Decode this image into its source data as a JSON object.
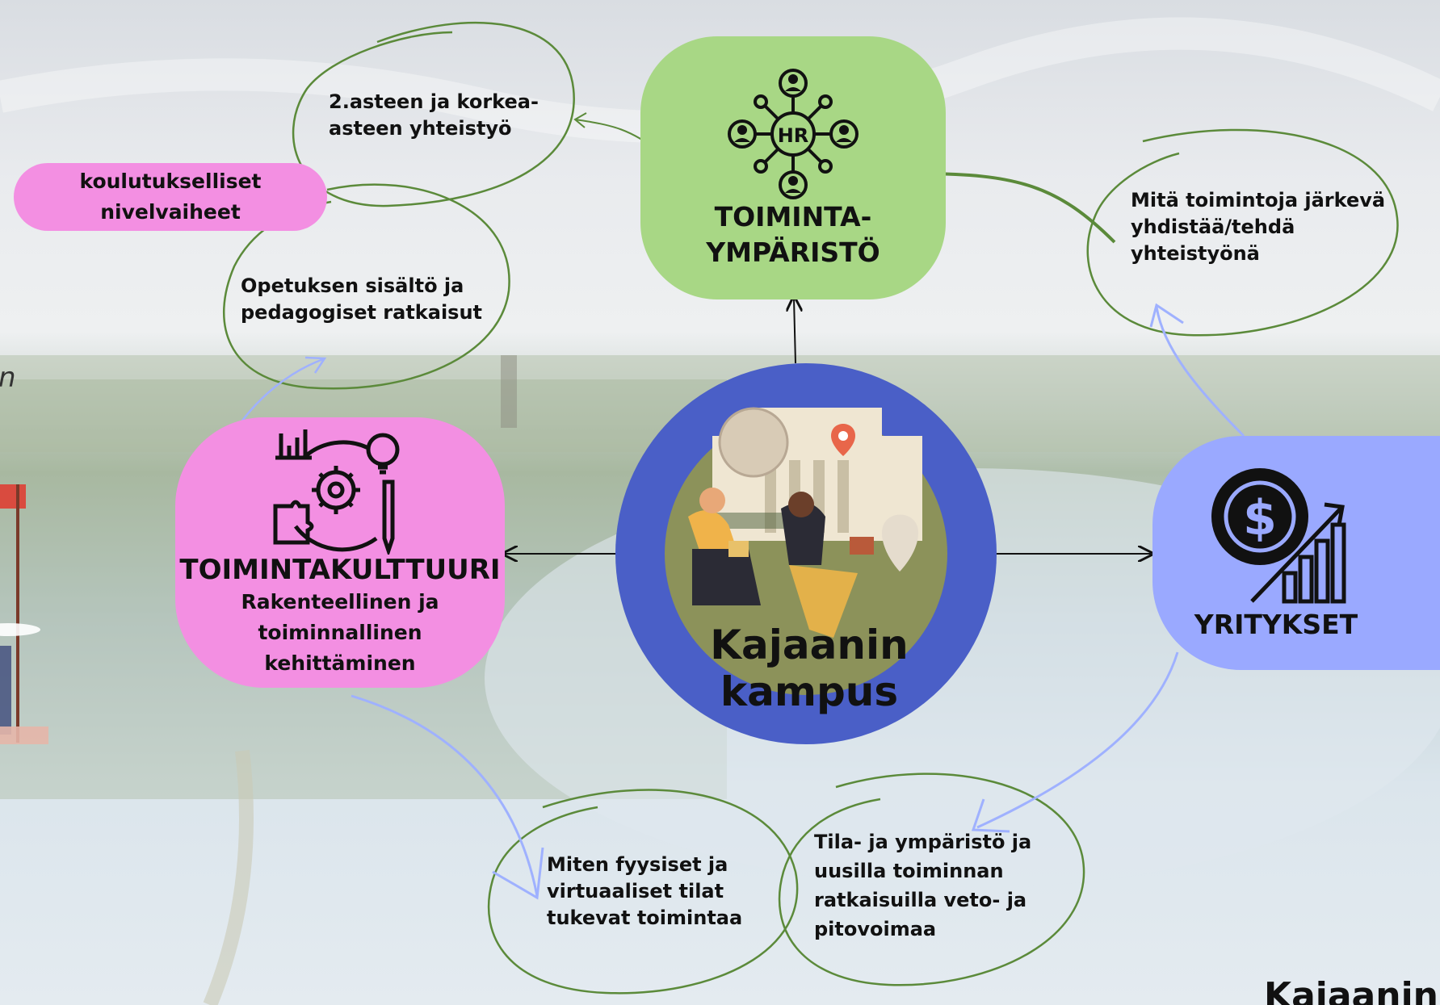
{
  "center": {
    "title_line1": "Kajaanin",
    "title_line2": "kampus"
  },
  "nodes": {
    "toimintaymparisto": {
      "line1": "TOIMINTA-",
      "line2": "YMPÄRISTÖ",
      "icon": "hr-network-icon",
      "icon_text": "HR",
      "color": "#a8d785"
    },
    "toimintakulttuuri": {
      "title": "TOIMINTAKULTTUURI",
      "sub1": "Rakenteellinen ja",
      "sub2": "toiminnallinen",
      "sub3": "kehittäminen",
      "icon": "strategy-gear-icon",
      "color": "#f38fe2"
    },
    "yritykset": {
      "title": "YRITYKSET",
      "icon": "dollar-growth-icon",
      "color": "#9aa9ff"
    }
  },
  "pill": {
    "line1": "koulutukselliset",
    "line2": "nivelvaiheet",
    "color": "#f38fe2"
  },
  "notes": {
    "asteet": {
      "line1": "2.asteen ja korkea-",
      "line2": "asteen yhteistyö"
    },
    "opetus": {
      "line1": "Opetuksen sisältö ja",
      "line2": "pedagogiset ratkaisut"
    },
    "toiminnot": {
      "line1": "Mitä toimintoja järkevä",
      "line2": "yhdistää/tehdä",
      "line3": "yhteistyönä"
    },
    "tilat": {
      "line1": "Miten fyysiset ja",
      "line2": "virtuaaliset tilat",
      "line3": "tukevat toimintaa"
    },
    "vetovoima": {
      "line1": "Tila- ja ympäristö ja",
      "line2": "uusilla toiminnan",
      "line3": "ratkaisuilla veto- ja",
      "line4": "pitovoimaa"
    }
  },
  "edge_text": {
    "left_partial": "n",
    "bottom_right_partial": "Kajaanin"
  },
  "colors": {
    "center_ring": "#4a5fc7",
    "sketch_green": "#5b8a3a",
    "arrow_blue": "#9fb1ff"
  }
}
